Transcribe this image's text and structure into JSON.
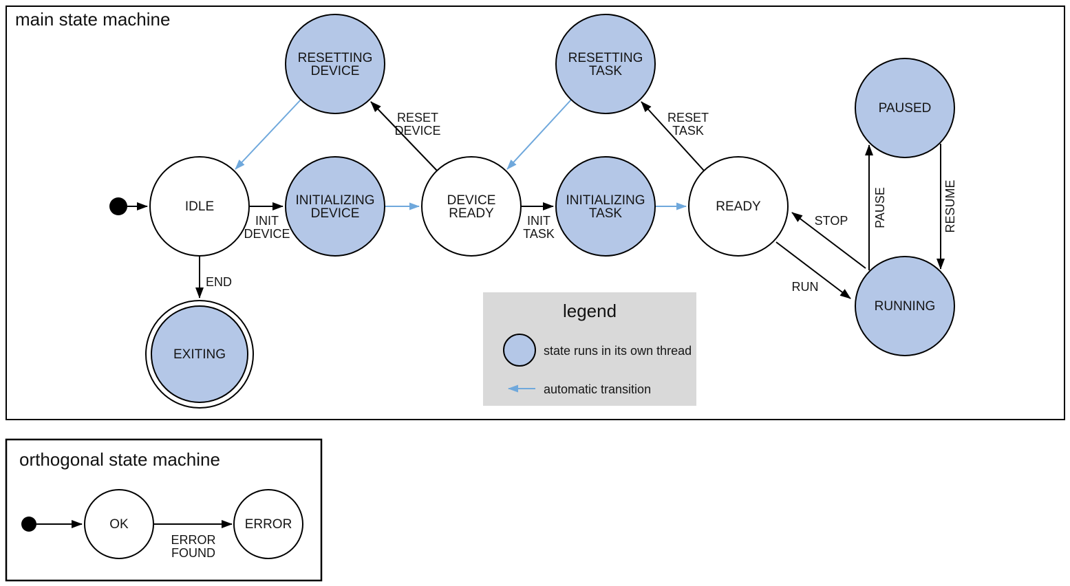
{
  "colors": {
    "threaded_state_fill": "#b4c7e7",
    "automatic_transition": "#6fa8dc",
    "legend_background": "#d9d9d9",
    "line": "#000000"
  },
  "main_machine": {
    "title": "main state machine",
    "states": [
      {
        "id": "idle",
        "lines": [
          "IDLE"
        ],
        "threaded": false
      },
      {
        "id": "resetting-device",
        "lines": [
          "RESETTING",
          "DEVICE"
        ],
        "threaded": true
      },
      {
        "id": "initializing-device",
        "lines": [
          "INITIALIZING",
          "DEVICE"
        ],
        "threaded": true
      },
      {
        "id": "device-ready",
        "lines": [
          "DEVICE",
          "READY"
        ],
        "threaded": false
      },
      {
        "id": "resetting-task",
        "lines": [
          "RESETTING",
          "TASK"
        ],
        "threaded": true
      },
      {
        "id": "initializing-task",
        "lines": [
          "INITIALIZING",
          "TASK"
        ],
        "threaded": true
      },
      {
        "id": "ready",
        "lines": [
          "READY"
        ],
        "threaded": false
      },
      {
        "id": "paused",
        "lines": [
          "PAUSED"
        ],
        "threaded": true
      },
      {
        "id": "running",
        "lines": [
          "RUNNING"
        ],
        "threaded": true
      },
      {
        "id": "exiting",
        "lines": [
          "EXITING"
        ],
        "threaded": true,
        "final": true
      }
    ],
    "transitions": [
      {
        "from": "initial",
        "to": "idle",
        "lines": [],
        "type": "manual"
      },
      {
        "from": "idle",
        "to": "initializing-device",
        "lines": [
          "INIT",
          "DEVICE"
        ],
        "type": "manual"
      },
      {
        "from": "initializing-device",
        "to": "device-ready",
        "lines": [],
        "type": "automatic"
      },
      {
        "from": "device-ready",
        "to": "resetting-device",
        "lines": [
          "RESET",
          "DEVICE"
        ],
        "type": "manual"
      },
      {
        "from": "resetting-device",
        "to": "idle",
        "lines": [],
        "type": "automatic"
      },
      {
        "from": "device-ready",
        "to": "initializing-task",
        "lines": [
          "INIT",
          "TASK"
        ],
        "type": "manual"
      },
      {
        "from": "initializing-task",
        "to": "ready",
        "lines": [],
        "type": "automatic"
      },
      {
        "from": "ready",
        "to": "resetting-task",
        "lines": [
          "RESET",
          "TASK"
        ],
        "type": "manual"
      },
      {
        "from": "resetting-task",
        "to": "device-ready",
        "lines": [],
        "type": "automatic"
      },
      {
        "from": "running",
        "to": "ready",
        "lines": [
          "STOP"
        ],
        "type": "manual"
      },
      {
        "from": "ready",
        "to": "running",
        "lines": [
          "RUN"
        ],
        "type": "manual"
      },
      {
        "from": "running",
        "to": "paused",
        "lines": [
          "PAUSE"
        ],
        "type": "manual"
      },
      {
        "from": "paused",
        "to": "running",
        "lines": [
          "RESUME"
        ],
        "type": "manual"
      },
      {
        "from": "idle",
        "to": "exiting",
        "lines": [
          "END"
        ],
        "type": "manual"
      }
    ]
  },
  "legend": {
    "title": "legend",
    "items": [
      {
        "symbol": "threaded-state-circle",
        "label": "state runs in its own thread"
      },
      {
        "symbol": "automatic-transition-arrow",
        "label": "automatic transition"
      }
    ]
  },
  "orthogonal_machine": {
    "title": "orthogonal state machine",
    "states": [
      {
        "id": "ok",
        "lines": [
          "OK"
        ],
        "threaded": false
      },
      {
        "id": "error",
        "lines": [
          "ERROR"
        ],
        "threaded": false
      }
    ],
    "transitions": [
      {
        "from": "initial",
        "to": "ok",
        "lines": [],
        "type": "manual"
      },
      {
        "from": "ok",
        "to": "error",
        "lines": [
          "ERROR",
          "FOUND"
        ],
        "type": "manual"
      }
    ]
  }
}
